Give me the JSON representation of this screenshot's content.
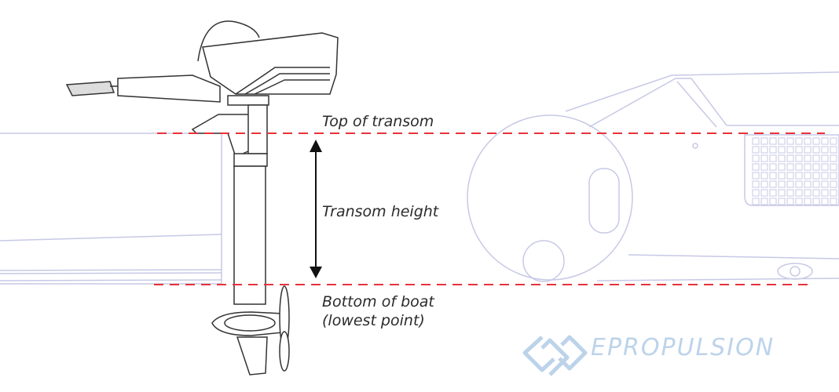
{
  "labels": {
    "top_of_transom": "Top of transom",
    "transom_height": "Transom height",
    "bottom_of_boat": "Bottom of boat",
    "lowest_point": "(lowest point)"
  },
  "logo": {
    "text": "EPROPULSION"
  },
  "colors": {
    "boat_outline": "#c7c9e6",
    "dashed_line": "#e8323a",
    "arrow": "#111111",
    "logo": "#bcd3ea",
    "motor": "#333333"
  }
}
